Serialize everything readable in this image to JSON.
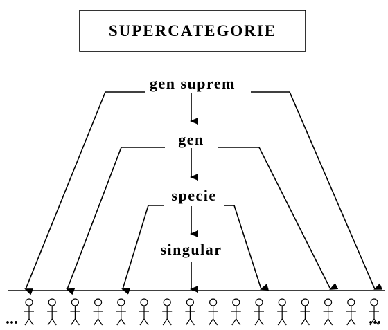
{
  "title": "SUPERCATEGORIE",
  "levels": {
    "gen_suprem": "gen suprem",
    "gen": "gen",
    "specie": "specie",
    "singular": "singular"
  },
  "ellipsis_left": "...",
  "ellipsis_right": "...",
  "individuals_count": 16,
  "colors": {
    "foreground": "#000000",
    "background": "#ffffff"
  },
  "icons": {
    "individual": "person-icon",
    "arrow": "arrowhead-icon"
  }
}
